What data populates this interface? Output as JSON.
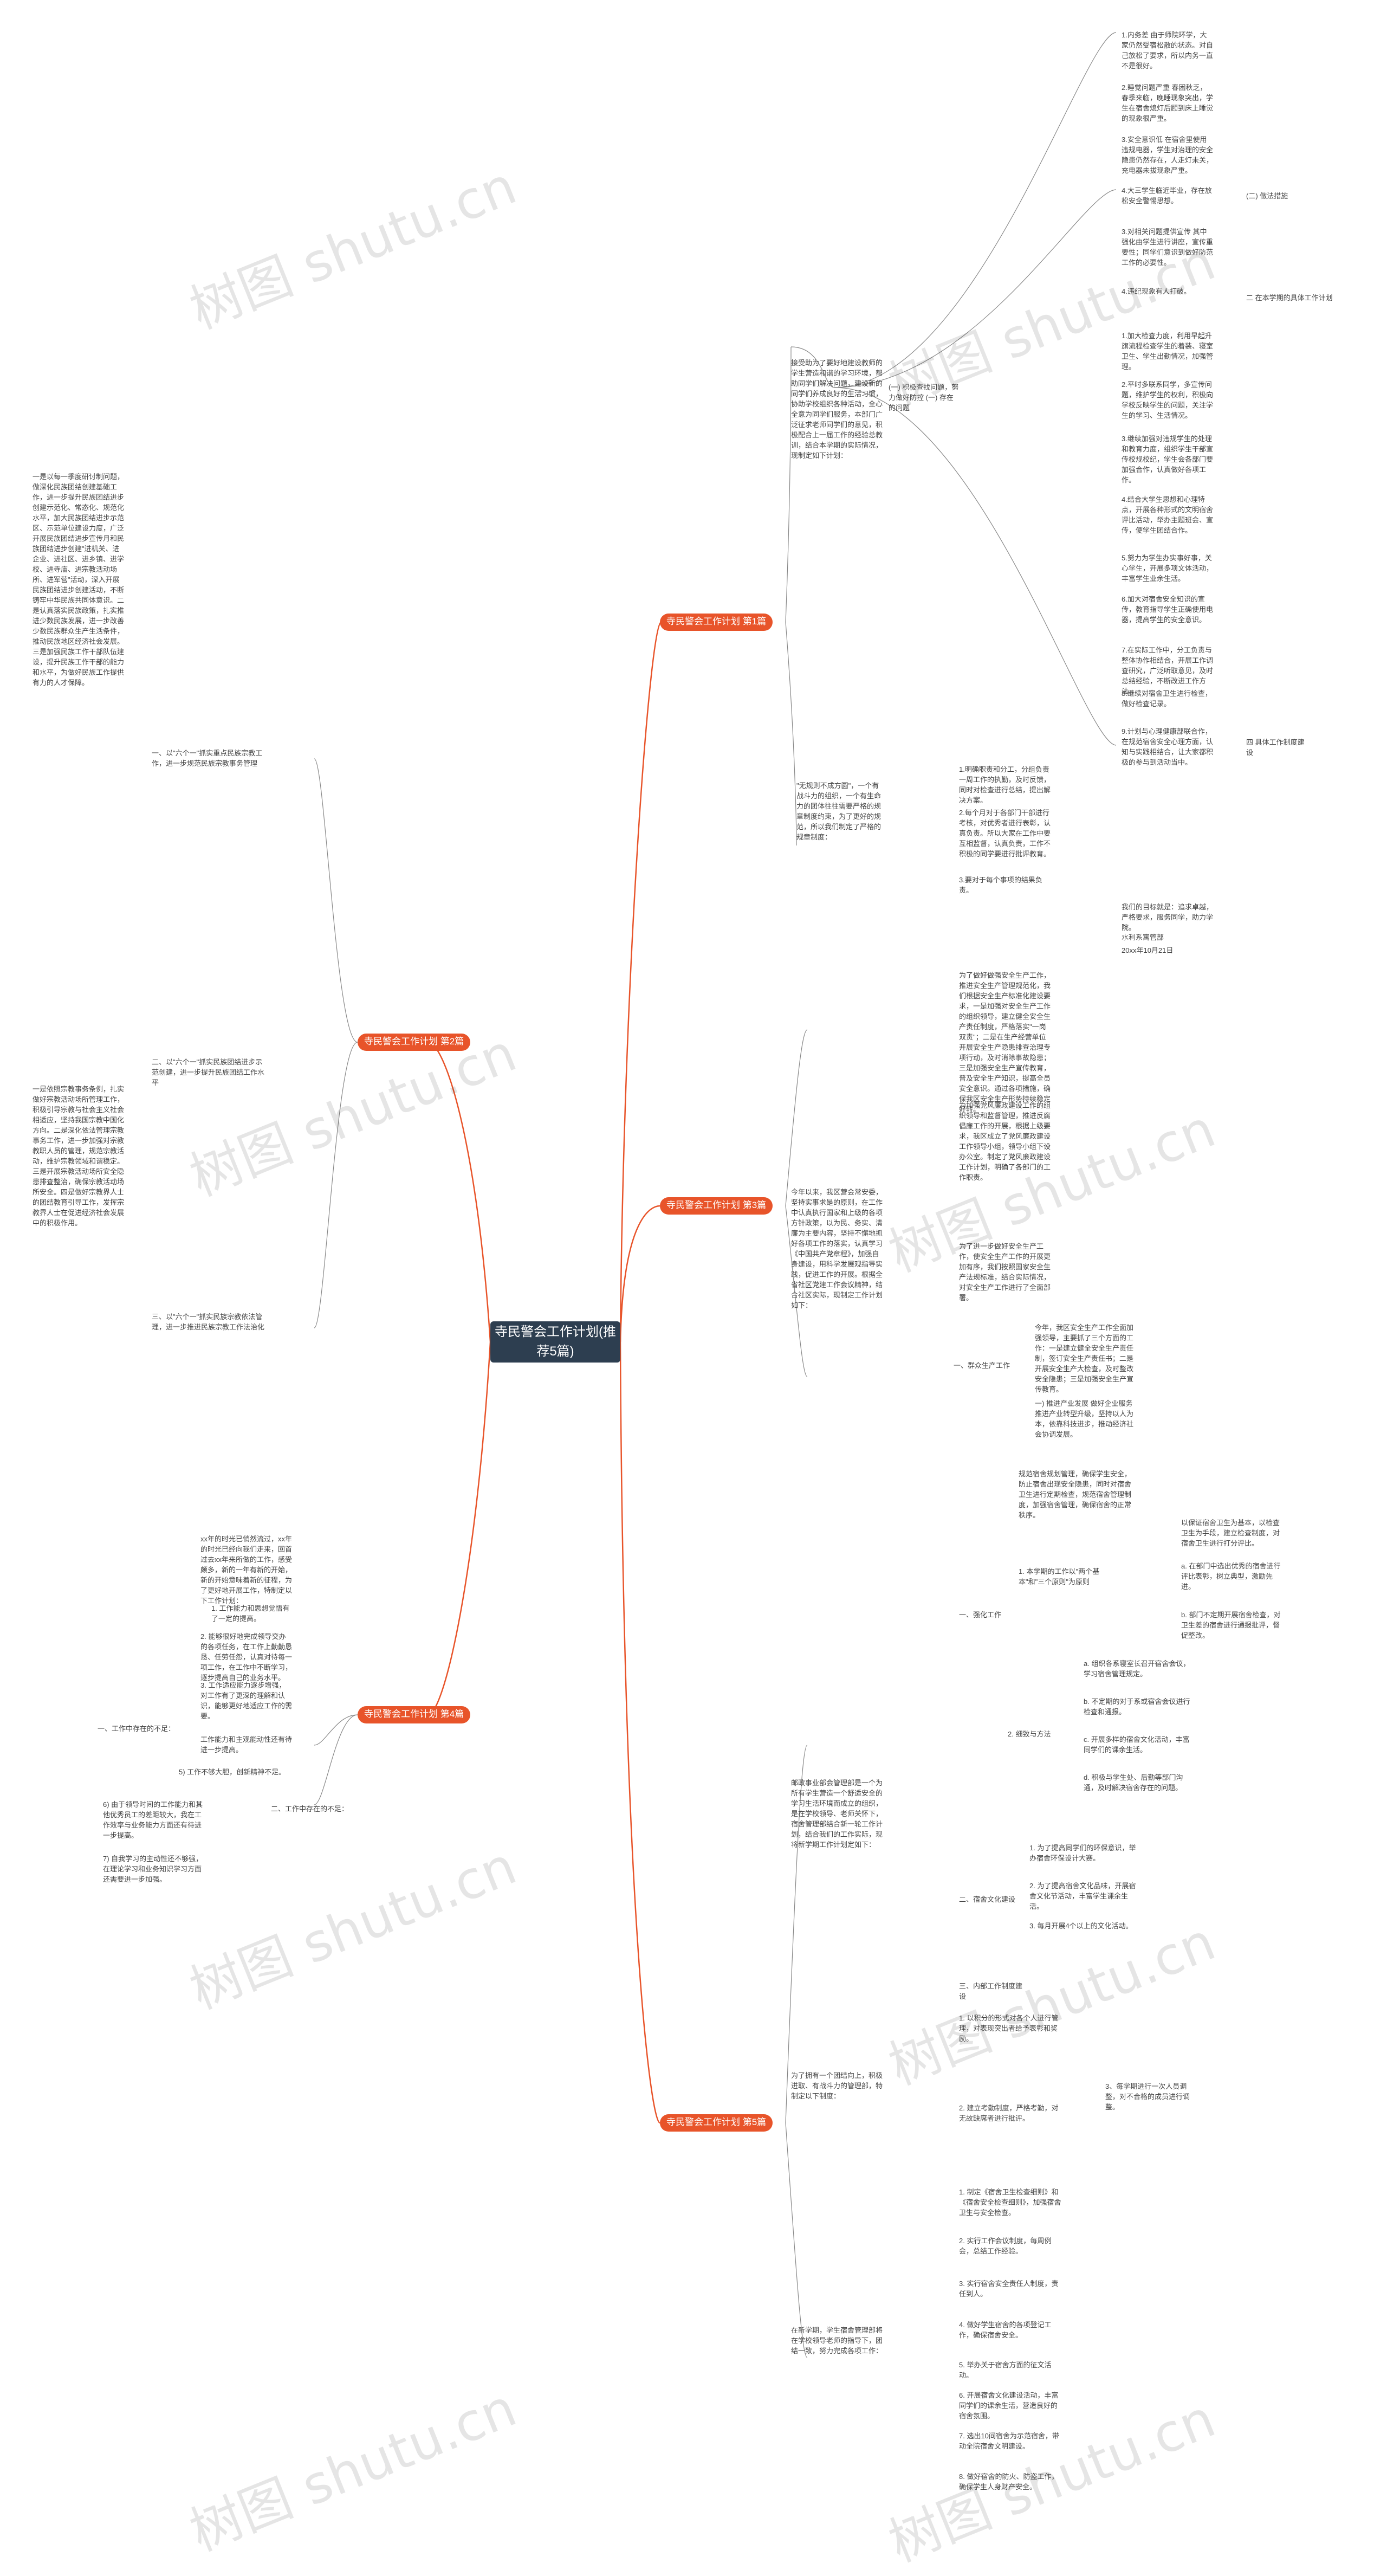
{
  "root": {
    "title": "寺民警会工作计划(推荐5篇)"
  },
  "branches": {
    "b1": "寺民警会工作计划 第1篇",
    "b2": "寺民警会工作计划 第2篇",
    "b3": "寺民警会工作计划 第3篇",
    "b4": "寺民警会工作计划 第4篇",
    "b5": "寺民警会工作计划 第5篇"
  },
  "watermark": "树图 shutu.cn",
  "b1": {
    "intro": "接受助为了要好地建设教师的学生营造和谐的学习环境，帮助同学们解决问题，建设新的同学们养成良好的生活习惯，协助学校组织各种活动，全心全意为同学们服务，本部门广泛征求老师同学们的意见，积极配合上一届工作的经验总教训，结合本学期的实际情况，现制定如下计划：",
    "sec1": "(一) 积极查找问题，努力做好防控 (一) 存在的问题",
    "items": [
      "1.内务差 由于师院环学，大家仍然受宿松散的状态。对自己放松了要求，所以内务一直不是很好。",
      "2.睡觉问题严重 春困秋乏，春季来临，晚睡现象突出，学生在宿舍熄灯后顾到床上睡觉的现象很严重。",
      "3.安全意识低 在宿舍里使用违规电器，学生对治理的安全隐患仍然存在，人走灯未关，充电器未拔现象严重。",
      "4.大三学生临近毕业，存在放松安全警惕思想。",
      "3.对相关问题提供宣传 其中强化由学生进行讲座，宣传重要性；同学们意识到做好防范工作的必要性。",
      "4.违纪现象有人打破。",
      "1.加大检查力度，利用早起升旗流程检查学生的着装、寝室卫生、学生出勤情况，加强管理。",
      "2.平时多联系同学，多宣传问题，维护学生的权利，积极向学校反映学生的问题，关注学生的学习、生活情况。",
      "3.继续加强对违规学生的处理和教育力度，组织学生干部宣传校规校纪，学生会各部门要加强合作，认真做好各项工作。",
      "4.结合大学生思想和心理特点，开展各种形式的文明宿舍评比活动，举办主题班会、宣传，使学生团结合作。",
      "5.努力为学生办实事好事，关心学生，开展多项文体活动，丰富学生业余生活。",
      "6.加大对宿舍安全知识的宣传，教育指导学生正确使用电器，提高学生的安全意识。",
      "7.在实际工作中，分工负责与整体协作相结合，开展工作调查研究，广泛听取意见，及时总结经验，不断改进工作方法。",
      "8.继续对宿舍卫生进行检查，做好检查记录。",
      "9.计划与心理健康部联合作，在规范宿舍安全心理方面，认知与实践相结合，让大家都积极的参与到活动当中。"
    ],
    "sec1_sub": "(二) 做法措施",
    "sec2": "二 在本学期的具体工作计划",
    "sec4": "四 具体工作制度建设",
    "conclusion_intro": "\"无规则不成方圆\"，一个有战斗力的组织，一个有生命力的团体往往需要严格的规章制度约束，为了更好的规范，所以我们制定了严格的规章制度：",
    "rules": [
      "1.明确职责和分工，分组负责一周工作的执勤，及时反馈，同时对检查进行总结，提出解决方案。",
      "2.每个月对于各部门干部进行考核，对优秀者进行表彰，认真负责。所以大家在工作中要互相监督，认真负责，工作不积极的同学要进行批评教育。",
      "3.要对于每个事项的结果负责。",
      "我们的目标就是：追求卓越，严格要求，服务同学，助力学院。",
      "水利系寓管部",
      "20xx年10月21日"
    ]
  },
  "b2": {
    "sec1": "一、以\"六个一\"抓实重点民族宗教工作，进一步规范民族宗教事务管理",
    "sec2": "二、以\"六个一\"抓实民族团结进步示范创建，进一步提升民族团结工作水平",
    "sec3": "三、以\"六个一\"抓实民族宗教依法管理，进一步推进民族宗教工作法治化",
    "para1": "一是以每一季度研讨制问题，做深化民族团结创建基础工作，进一步提升民族团结进步创建示范化、常态化、规范化水平，加大民族团结进步示范区、示范单位建设力度，广泛开展民族团结进步宣传月和民族团结进步创建\"进机关、进企业、进社区、进乡镇、进学校、进寺庙、进宗教活动场所、进军营\"活动，深入开展民族团结进步创建活动，不断铸牢中华民族共同体意识。二是认真落实民族政策，扎实推进少数民族发展，进一步改善少数民族群众生产生活条件，推动民族地区经济社会发展。三是加强民族工作干部队伍建设，提升民族工作干部的能力和水平，为做好民族工作提供有力的人才保障。",
    "para2": "一是依照宗教事务条例，扎实做好宗教活动场所管理工作，积极引导宗教与社会主义社会相适应，坚持我国宗教中国化方向。二是深化依法管理宗教事务工作，进一步加强对宗教教职人员的管理，规范宗教活动，维护宗教领域和谐稳定。三是开展宗教活动场所安全隐患排查整治，确保宗教活动场所安全。四是做好宗教界人士的团结教育引导工作，发挥宗教界人士在促进经济社会发展中的积极作用。"
  },
  "b3": {
    "intro": "今年以来，我区营会常安委，坚持实事求是的原则，在工作中认真执行国家和上级的各项方针政策，以为民、务实、清廉为主要内容，坚持不懈地抓好各项工作的落实，认真学习《中国共产党章程》，加强自身建设，用科学发展观指导实践，促进工作的开展。根据全省社区党建工作会议精神，结合社区实际，现制定工作计划如下：",
    "item1": "为了做好做强安全生产工作，推进安全生产管理规范化，我们根据安全生产标准化建设要求，一是加强对安全生产工作的组织领导，建立健全安全生产责任制度，严格落实\"一岗双责\"；二是在生产经营单位开展安全生产隐患排查治理专项行动，及时消除事故隐患；三是加强安全生产宣传教育，普及安全生产知识，提高全员安全意识。通过各项措施，确保我区安全生产形势持续稳定好转。",
    "item2": "为加强党风廉政建设工作的组织领导和监督管理，推进反腐倡廉工作的开展，根据上级要求，我区成立了党风廉政建设工作领导小组，领导小组下设办公室。制定了党风廉政建设工作计划，明确了各部门的工作职责。",
    "item3": "为了进一步做好安全生产工作，使安全生产工作的开展更加有序，我们按照国家安全生产法规标准，结合实际情况，对安全生产工作进行了全面部署。",
    "sec": "一、群众生产工作",
    "sub1": "今年，我区安全生产工作全面加强领导，主要抓了三个方面的工作：一是建立健全安全生产责任制，签订安全生产责任书；二是开展安全生产大检查，及时整改安全隐患；三是加强安全生产宣传教育。",
    "sub2": "一) 推进产业发展 做好企业服务 推进产业转型升级，坚持以人为本，依靠科技进步，推动经济社会协调发展。"
  },
  "b4": {
    "intro": "xx年的时光已悄然流过，xx年的时光已经向我们走来，回首过去xx年来所做的工作，感受颇多，新的一年有新的开始，新的开始意味着新的征程，为了更好地开展工作，特制定以下工作计划：",
    "sec1": "一、工作中存在的不足：",
    "sec2": "二、工作中存在的不足：",
    "items": [
      "1. 工作能力和思想觉悟有了一定的提高。",
      "2. 能够很好地完成领导交办的各项任务，在工作上勤勤恳恳、任劳任怨，认真对待每一项工作，在工作中不断学习，逐步提高自己的业务水平。",
      "3. 工作适应能力逐步增强，对工作有了更深的理解和认识，能够更好地适应工作的需要。",
      "5) 工作不够大胆，创新精神不足。",
      "6) 由于领导时间的工作能力和其他优秀员工的差距较大，我在工作效率与业务能力方面还有待进一步提高。",
      "7) 自我学习的主动性还不够强，在理论学习和业务知识学习方面还需要进一步加强。"
    ],
    "end": "工作能力和主观能动性还有待进一步提高。"
  },
  "b5": {
    "intro1": "邮政事业部会管理部是一个为所有学生营造一个舒适安全的学习生活环境而成立的组织，是在学校领导、老师关怀下，宿舍管理部结合新一轮工作计划，结合我们的工作实际，现将新学期工作计划定如下：",
    "sec1": "一、强化工作",
    "sec2": "二、宿舍文化建设",
    "sec3": "三、内部工作制度建设",
    "s1items": [
      "规范宿舍规划管理，确保学生安全，防止宿舍出现安全隐患，同时对宿舍卫生进行定期检查，规范宿舍管理制度，加强宿舍管理，确保宿舍的正常秩序。",
      "1. 本学期的工作以\"两个基本\"和\"三个原则\"为原则",
      "以保证宿舍卫生为基本，以检查卫生为手段，建立检查制度，对宿舍卫生进行打分评比。",
      "a. 在部门中选出优秀的宿舍进行评比表彰，树立典型，激励先进。",
      "b. 部门不定期开展宿舍检查，对卫生差的宿舍进行通报批评，督促整改。",
      "2. 细致与方法",
      "a. 组织各系寝室长召开宿舍会议，学习宿舍管理规定。",
      "b. 不定期的对于系或宿舍会议进行检查和通报。",
      "c. 开展多样的宿舍文化活动，丰富同学们的课余生活。",
      "d. 积极与学生处、后勤等部门沟通，及时解决宿舍存在的问题。"
    ],
    "s2items": [
      "1. 为了提高同学们的环保意识，举办宿舍环保设计大赛。",
      "2. 为了提高宿舍文化品味，开展宿舍文化节活动，丰富学生课余生活。",
      "3. 每月开展4个以上的文化活动。"
    ],
    "intro2": "为了拥有一个团结向上，积极进取、有战斗力的管理部，特制定以下制度：",
    "s3items": [
      "1. 以积分的形式对各个人进行管理，对表现突出者给予表彰和奖励。",
      "2. 建立考勤制度，严格考勤，对无故缺席者进行批评。",
      "3、每学期进行一次人员调整，对不合格的成员进行调整。"
    ],
    "intro3": "在新学期，学生宿舍管理部将在学校领导老师的指导下，团结一致，努力完成各项工作：",
    "final": [
      "1. 制定《宿舍卫生检查细则》和《宿舍安全检查细则》，加强宿舍卫生与安全检查。",
      "2. 实行工作会议制度，每周例会，总结工作经验。",
      "3. 实行宿舍安全责任人制度，责任到人。",
      "4. 做好学生宿舍的各项登记工作，确保宿舍安全。",
      "5. 举办关于宿舍方面的征文活动。",
      "6. 开展宿舍文化建设活动，丰富同学们的课余生活，营造良好的宿舍氛围。",
      "7. 选出10间宿舍为示范宿舍，带动全院宿舍文明建设。",
      "8. 做好宿舍的防火、防盗工作，确保学生人身财产安全。"
    ]
  }
}
